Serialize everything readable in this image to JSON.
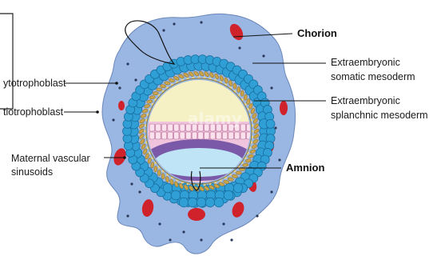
{
  "labels": {
    "chorion": "Chorion",
    "cytotrophoblast": "ytotrophoblast",
    "syncytiotrophoblast": "tiotrophoblast",
    "maternal_line1": "Maternal vascular",
    "maternal_line2": "sinusoids",
    "extra_somatic_line1": "Extraembryonic",
    "extra_somatic_line2": "somatic mesoderm",
    "extra_splanch_line1": "Extraembryonic",
    "extra_splanch_line2": "splanchnic mesoderm",
    "amnion": "Amnion"
  },
  "watermark": "alamy",
  "colors": {
    "decidua": "#9ab6e2",
    "decidua_stroke": "#6a86b8",
    "cyto_cell": "#2f9fd6",
    "cyto_stroke": "#1a6fa0",
    "ring_braid": "#c9a44a",
    "ring_inner_bead": "#e7d48a",
    "yolk_fill": "#f5f1c4",
    "epiblast": "#f0c4dc",
    "hypoblast": "#7a5aa8",
    "amniotic_cavity": "#bfe4f5",
    "sinusoid": "#d0222a",
    "dot": "#2a3a5a"
  }
}
